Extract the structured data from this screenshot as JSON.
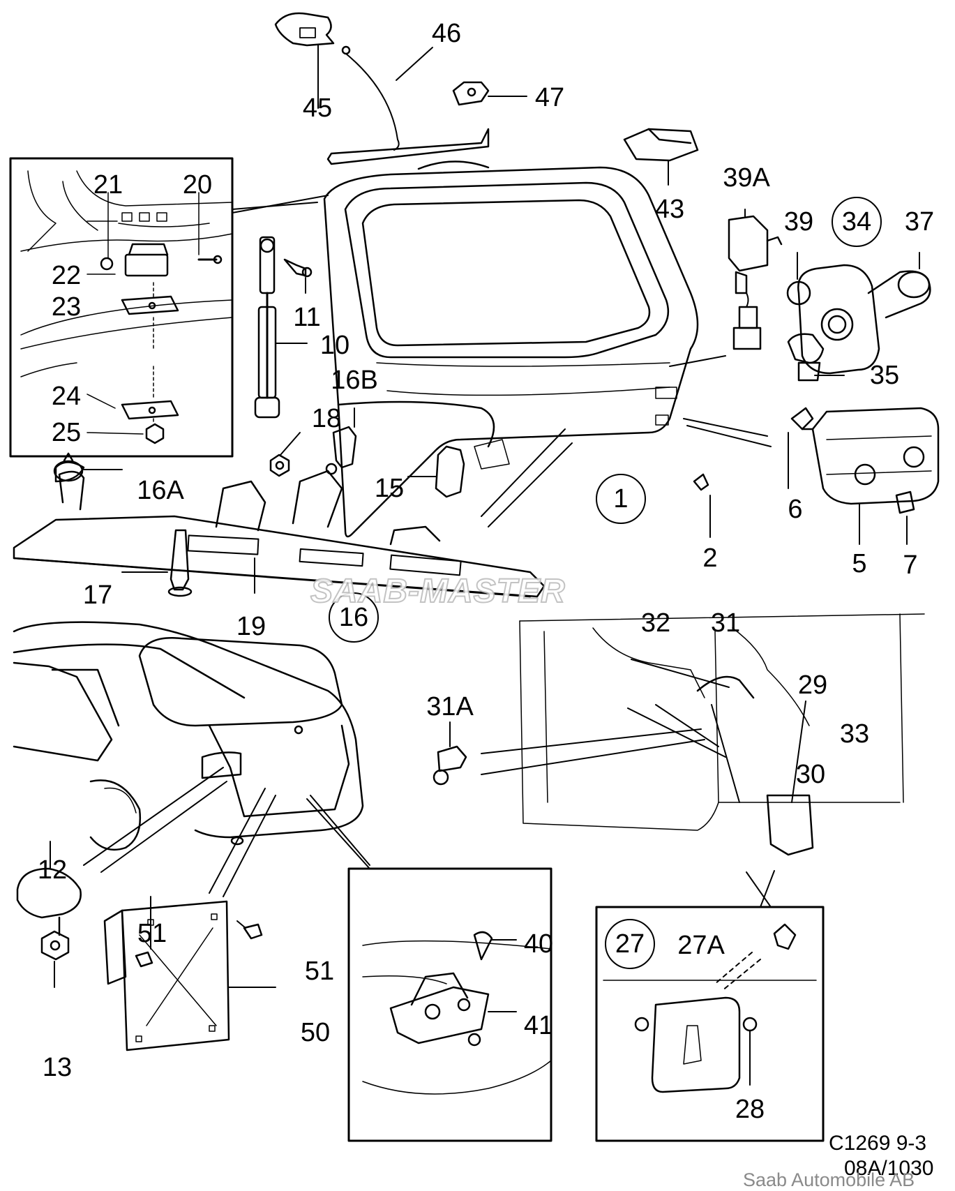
{
  "labels": {
    "l1": "1",
    "l2": "2",
    "l5": "5",
    "l6": "6",
    "l7": "7",
    "l10": "10",
    "l11": "11",
    "l12": "12",
    "l13": "13",
    "l15": "15",
    "l16": "16",
    "l16a": "16A",
    "l16b": "16B",
    "l17": "17",
    "l18": "18",
    "l19": "19",
    "l20": "20",
    "l21": "21",
    "l22": "22",
    "l23": "23",
    "l24": "24",
    "l25": "25",
    "l27": "27",
    "l27a": "27A",
    "l28": "28",
    "l29": "29",
    "l30": "30",
    "l31": "31",
    "l31a": "31A",
    "l32": "32",
    "l33": "33",
    "l34": "34",
    "l35": "35",
    "l37": "37",
    "l39": "39",
    "l39a": "39A",
    "l40": "40",
    "l41": "41",
    "l43": "43",
    "l45": "45",
    "l46": "46",
    "l47": "47",
    "l50": "50",
    "l51a": "51",
    "l51b": "51"
  },
  "meta": {
    "drawing_code": "C1269 9-3",
    "revision": "08A/1030",
    "copyright": "Saab Automobile AB",
    "watermark": "SAAB-MASTER"
  }
}
